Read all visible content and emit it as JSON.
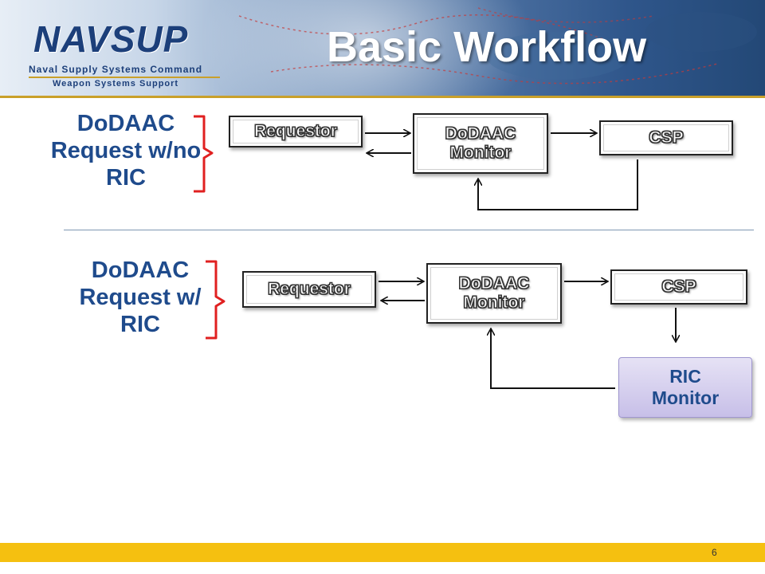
{
  "header": {
    "logo": {
      "word": "NAVSUP",
      "subtitle1": "Naval Supply Systems Command",
      "subtitle2": "Weapon Systems Support"
    },
    "title": "Basic Workflow"
  },
  "flows": [
    {
      "label": "DoDAAC Request w/no RIC",
      "requestor": "Requestor",
      "monitor": "DoDAAC Monitor",
      "csp": "CSP"
    },
    {
      "label": "DoDAAC Request w/ RIC",
      "requestor": "Requestor",
      "monitor": "DoDAAC Monitor",
      "csp": "CSP",
      "ric_monitor": "RIC Monitor"
    }
  ],
  "footer": {
    "page_number": "6"
  },
  "colors": {
    "label_blue": "#1f4b8c",
    "bracket_red": "#e02020",
    "footer_gold": "#f5c010",
    "ric_fill": "#c7bfe8"
  }
}
